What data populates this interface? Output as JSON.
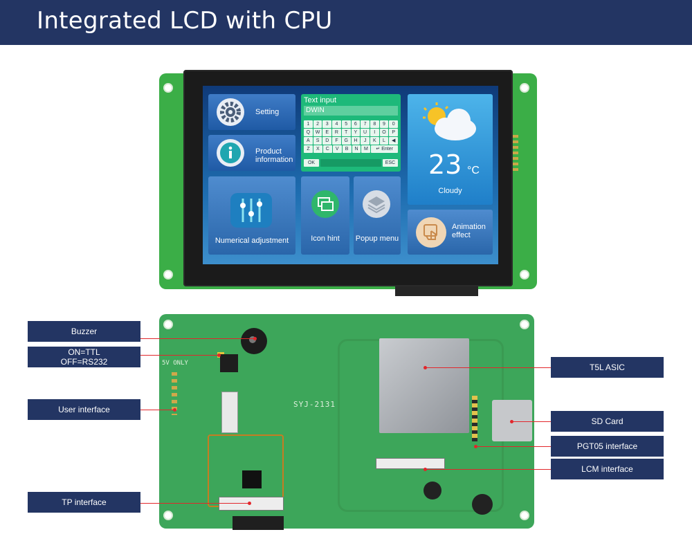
{
  "header": {
    "title": "Integrated LCD with CPU"
  },
  "screen": {
    "setting_label": "Setting",
    "product_label": "Product\ninformation",
    "text_input_title": "Text input",
    "text_input_value": "DWIN",
    "keyboard_rows": [
      [
        "1",
        "2",
        "3",
        "4",
        "5",
        "6",
        "7",
        "8",
        "9",
        "0"
      ],
      [
        "Q",
        "W",
        "E",
        "R",
        "T",
        "Y",
        "U",
        "I",
        "O",
        "P"
      ],
      [
        "A",
        "S",
        "D",
        "F",
        "G",
        "H",
        "J",
        "K",
        "L",
        "◀"
      ],
      [
        "Z",
        "X",
        "C",
        "V",
        "B",
        "N",
        "M",
        "↵ Enter"
      ]
    ],
    "ok_label": "OK",
    "esc_label": "ESC",
    "temperature": "23",
    "temp_unit": "°C",
    "weather": "Cloudy",
    "numerical_label": "Numerical adjustment",
    "icon_hint_label": "Icon hint",
    "popup_label": "Popup menu",
    "animation_label": "Animation\neffect"
  },
  "board_silk": {
    "model": "SYJ-2131",
    "voltage": "5V ONLY"
  },
  "callouts": {
    "buzzer": "Buzzer",
    "ttl": "ON=TTL\nOFF=RS232",
    "user_interface": "User interface",
    "tp_interface": "TP interface",
    "t5l": "T5L ASIC",
    "sd_card": "SD Card",
    "pgt05": "PGT05 interface",
    "lcm": "LCM interface"
  },
  "colors": {
    "header": "#233563",
    "pcb": "#3bae47",
    "pointer": "#e2262b"
  }
}
